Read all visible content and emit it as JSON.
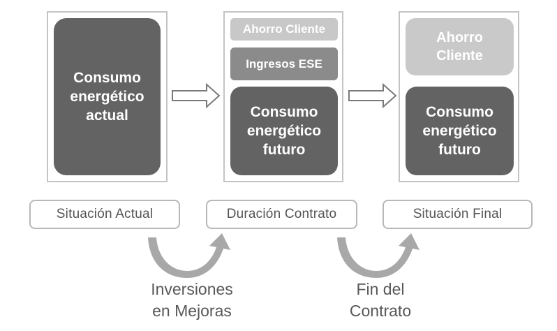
{
  "panels": {
    "actual": {
      "main_block": [
        "Consumo",
        "energético",
        "actual"
      ]
    },
    "contract": {
      "savings_block": "Ahorro Cliente",
      "revenue_block": "Ingresos ESE",
      "future_block": [
        "Consumo",
        "energético",
        "futuro"
      ]
    },
    "final": {
      "savings_block": [
        "Ahorro",
        "Cliente"
      ],
      "future_block": [
        "Consumo",
        "energético",
        "futuro"
      ]
    }
  },
  "stage_labels": {
    "actual": "Situación Actual",
    "contract": "Duración Contrato",
    "final": "Situación Final"
  },
  "transitions": {
    "investments": [
      "Inversiones",
      "en Mejoras"
    ],
    "end_of_contract": [
      "Fin del",
      "Contrato"
    ]
  },
  "colors": {
    "panel_border": "#c4c4c4",
    "block_dark": "#636363",
    "block_mid": "#8b8b8b",
    "block_light": "#c5c5c5",
    "curve_arrow": "#a8a8a8",
    "text_gray": "#585858"
  }
}
